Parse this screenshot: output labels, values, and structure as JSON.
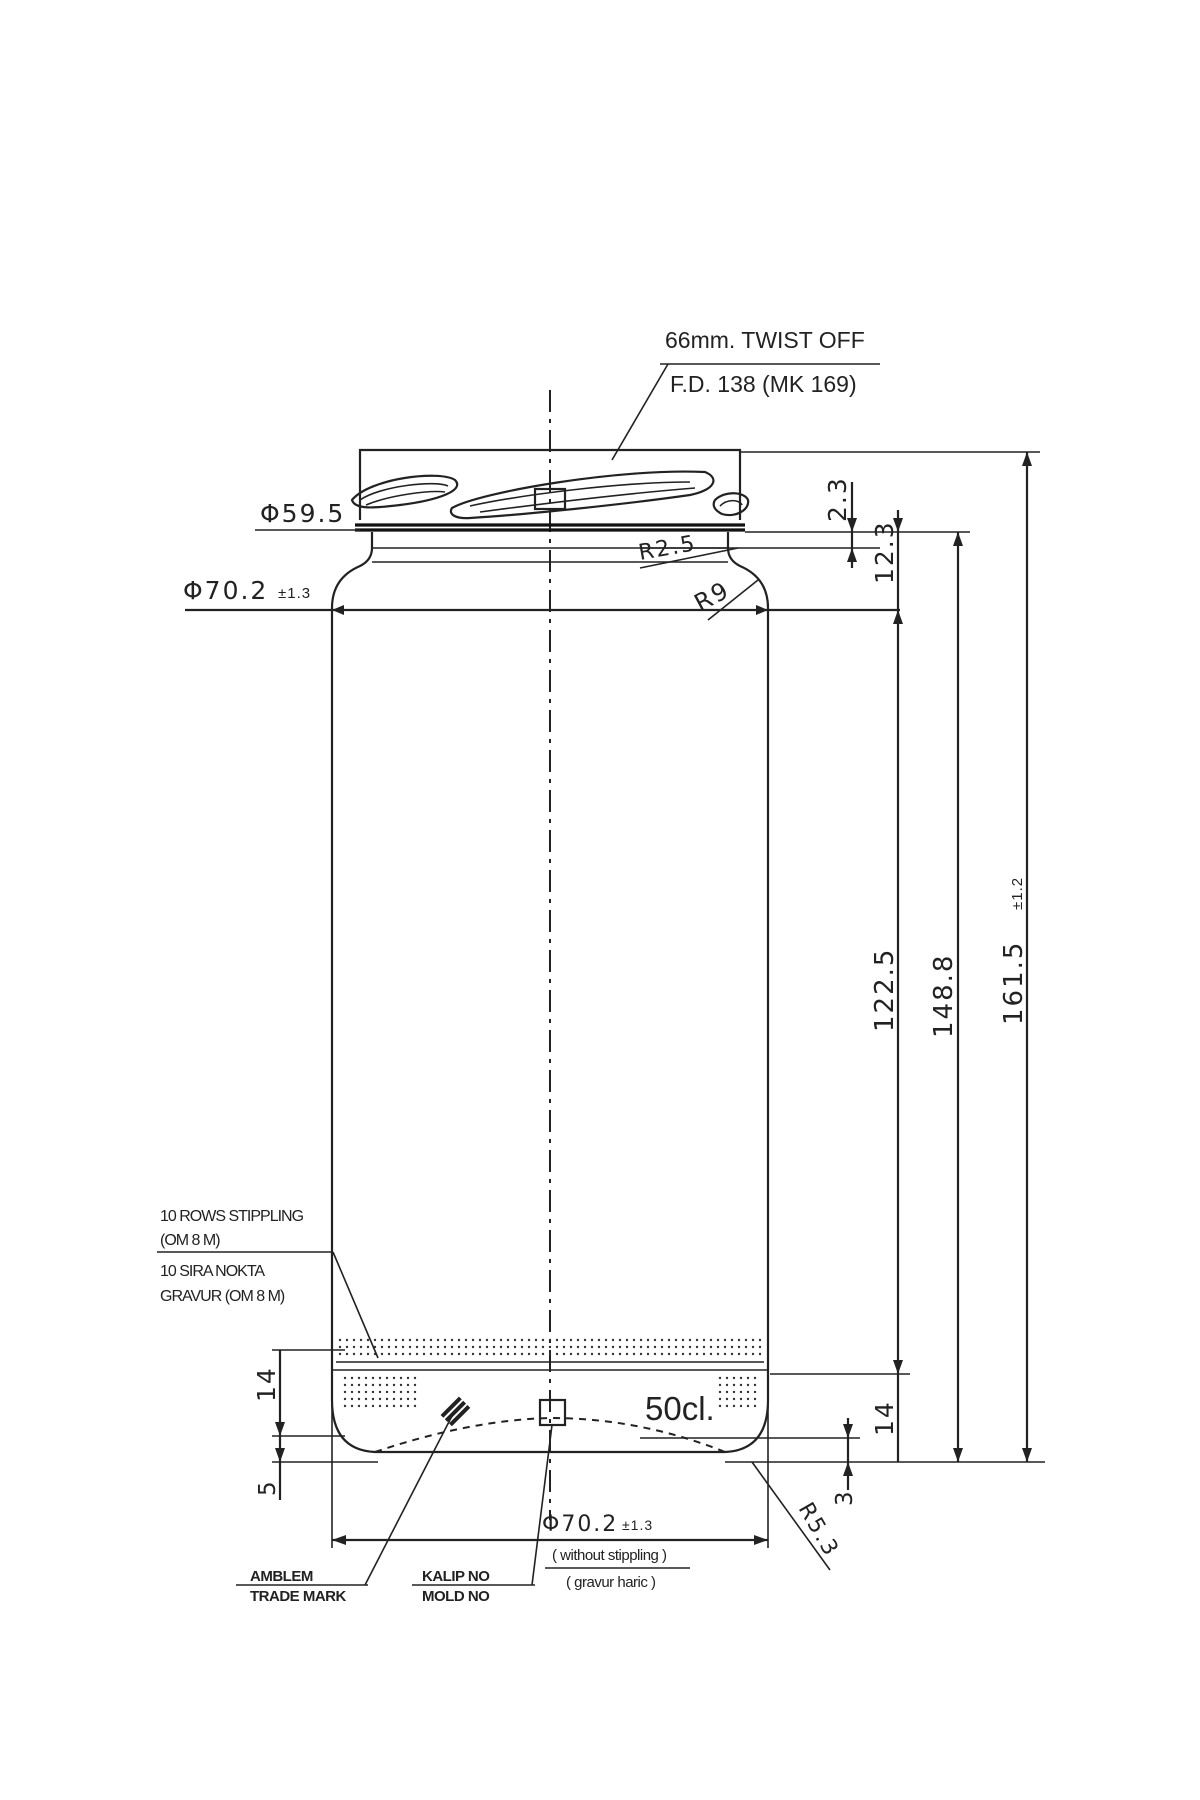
{
  "finish": {
    "line1": "66mm. TWIST OFF",
    "line2": "F.D. 138 (MK 169)"
  },
  "diameters": {
    "neck": "Φ59.5",
    "body": "Φ70.2",
    "body_tol": "±1.3",
    "base": "Φ70.2",
    "base_tol": "±1.3",
    "base_note1": "( without stippling )",
    "base_note2": "( gravur haric )"
  },
  "radii": {
    "r1": "R2.5",
    "r2": "R9",
    "r3": "R5.3"
  },
  "heights": {
    "overall": "161.5",
    "overall_tol": "±1.2",
    "to_finish": "148.8",
    "body": "122.5",
    "shoulder": "12.3",
    "finish_gap": "2.3",
    "base_band": "14",
    "push_up": "3",
    "left_band": "14",
    "left_base": "5"
  },
  "stippling": {
    "en1": "10 ROWS STIPPLING",
    "en2": "(OM 8 M)",
    "tr1": "10 SIRA NOKTA",
    "tr2": "GRAVUR (OM 8 M)"
  },
  "capacity": "50cl.",
  "labels": {
    "emblem1": "AMBLEM",
    "emblem2": "TRADE  MARK",
    "mold1": "KALIP  NO",
    "mold2": "MOLD  NO"
  }
}
